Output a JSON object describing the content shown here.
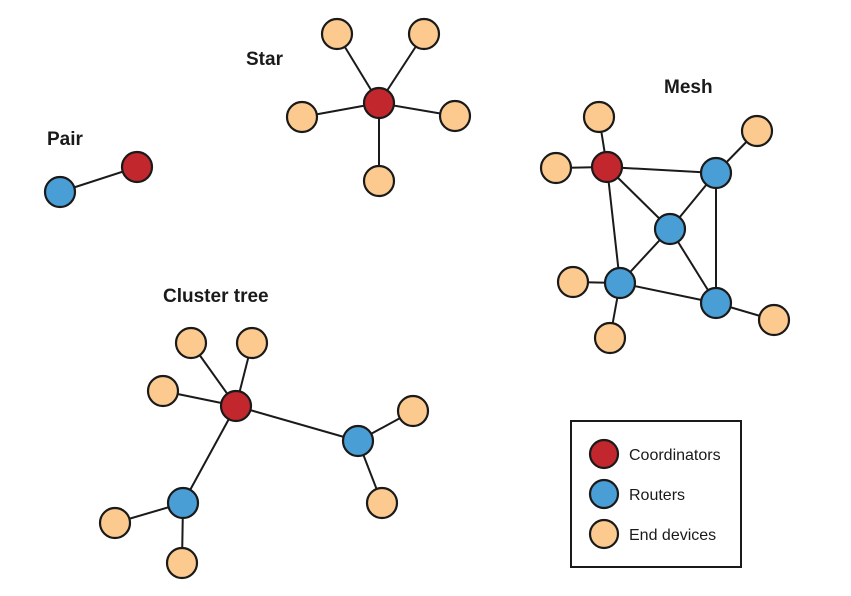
{
  "colors": {
    "coordinator": "#c1272d",
    "router": "#4a9ed6",
    "end_device": "#fcca8e"
  },
  "titles": {
    "pair": "Pair",
    "star": "Star",
    "mesh": "Mesh",
    "cluster_tree": "Cluster tree"
  },
  "legend": {
    "items": [
      {
        "type": "coordinator",
        "label": "Coordinators"
      },
      {
        "type": "router",
        "label": "Routers"
      },
      {
        "type": "end_device",
        "label": "End devices"
      }
    ]
  }
}
